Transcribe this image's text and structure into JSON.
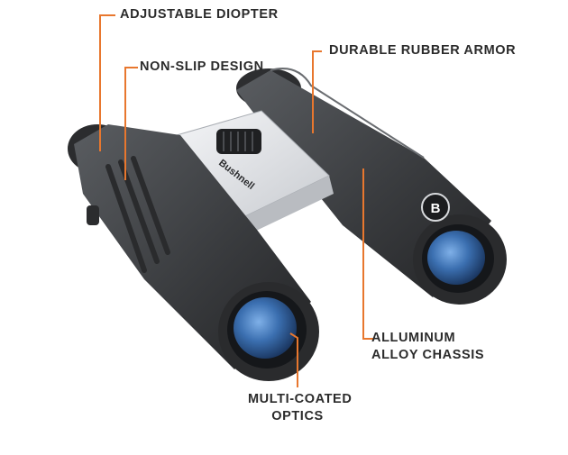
{
  "product": {
    "brand_badge": "B",
    "bridge_logo": "Bushnell"
  },
  "callouts": {
    "adjustable_diopter": "ADJUSTABLE DIOPTER",
    "non_slip_design": "NON-SLIP DESIGN",
    "durable_rubber_armor": "DURABLE RUBBER ARMOR",
    "aluminum_alloy_chassis": [
      "ALLUMINUM",
      "ALLOY CHASSIS"
    ],
    "multi_coated_optics": [
      "MULTI-COATED",
      "OPTICS"
    ]
  },
  "colors": {
    "callout_line": "#e8772e",
    "label_text": "#2b2b2b",
    "armor": "#3d3f42",
    "bridge": "#e4e6e9",
    "lens": "#2f5f9e"
  }
}
